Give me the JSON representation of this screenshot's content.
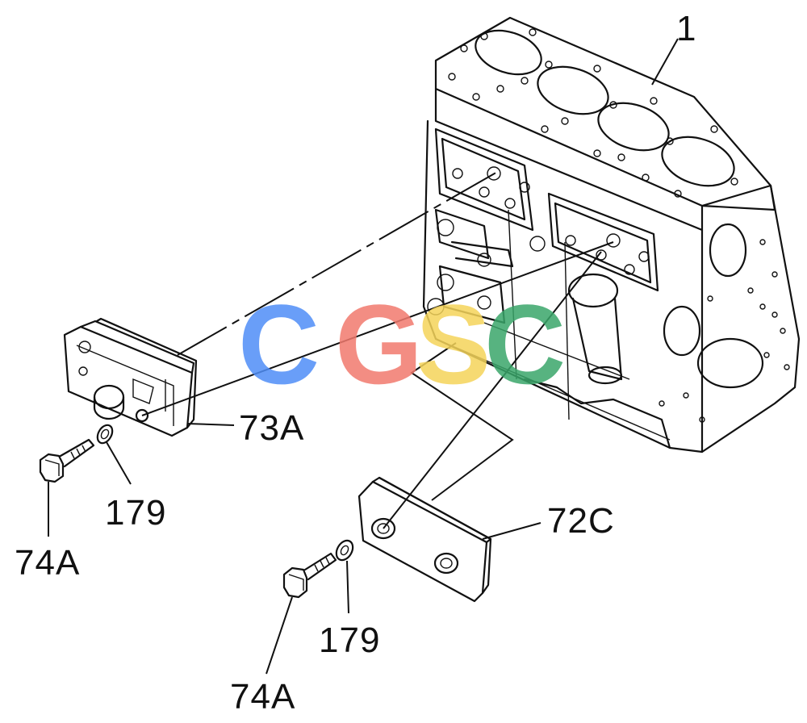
{
  "callouts": {
    "engine_block": "1",
    "cover_upper": "73A",
    "washer_upper": "179",
    "bolt_upper": "74A",
    "cover_lower": "72C",
    "washer_lower": "179",
    "bolt_lower": "74A"
  },
  "watermark": {
    "letters": [
      "C",
      "G",
      "S",
      "C"
    ],
    "colors": [
      "#4f8ef7",
      "#f27a6e",
      "#f5d45a",
      "#3aa66a"
    ]
  }
}
